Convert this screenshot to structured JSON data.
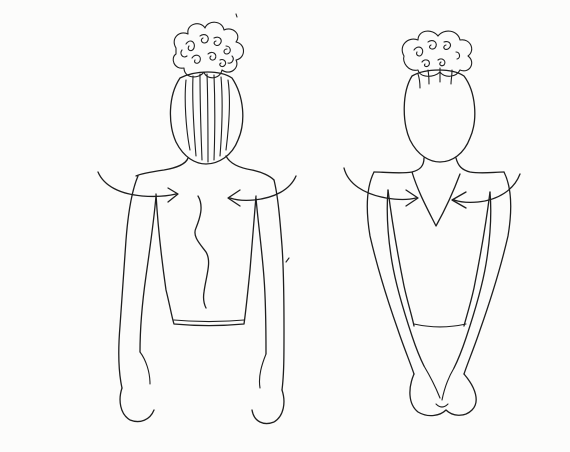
{
  "figures": [
    {
      "id": "back-view",
      "icon": "figure-back-icon",
      "features": [
        "curly-bun",
        "hair-strands",
        "shoulder-blade-arrows",
        "spine-curve"
      ]
    },
    {
      "id": "front-view",
      "icon": "figure-front-icon",
      "features": [
        "curly-bun",
        "v-neckline",
        "shoulder-arrows",
        "clasped-hands"
      ]
    }
  ],
  "colors": {
    "paper": "#fcfcfb",
    "ink": "#1e1e1e"
  }
}
